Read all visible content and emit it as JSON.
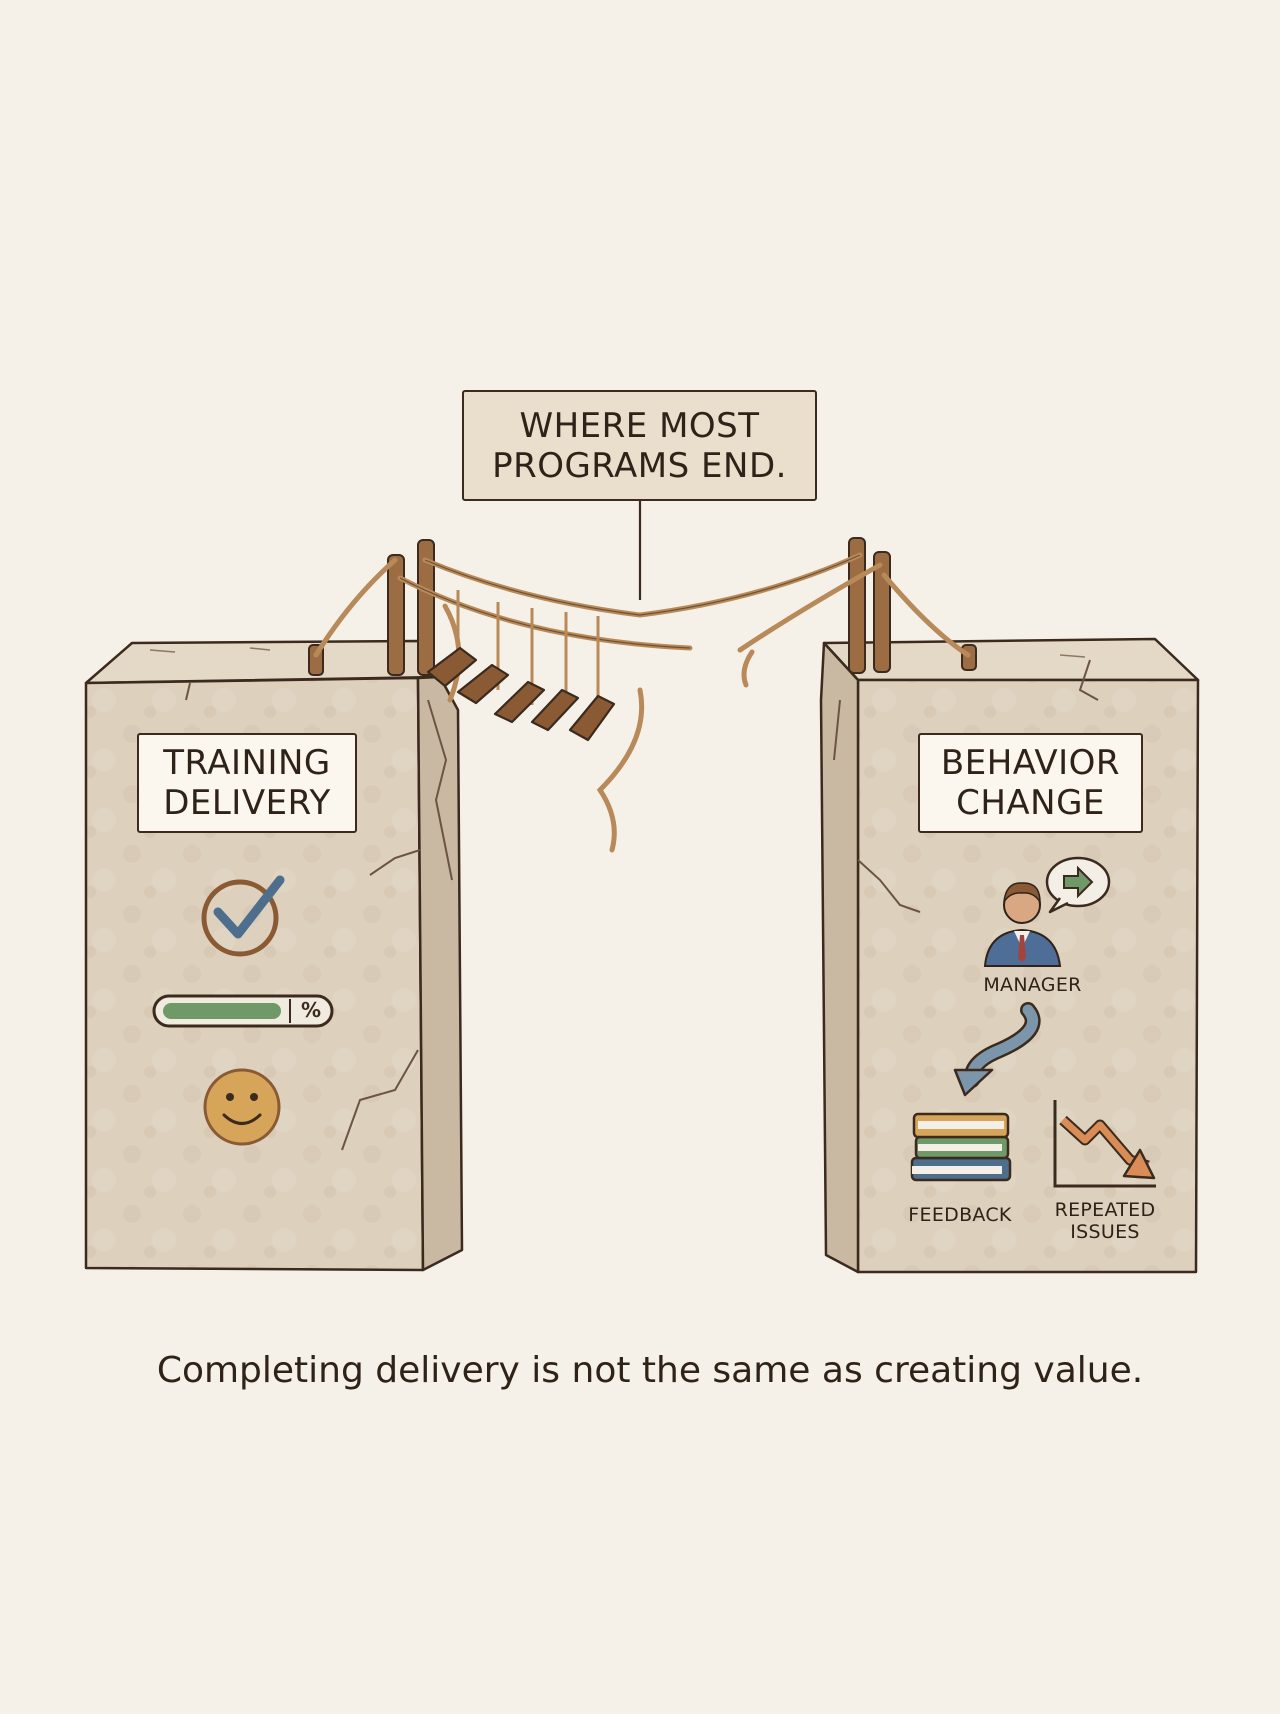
{
  "callout": {
    "line1": "WHERE MOST",
    "line2": "PROGRAMS END."
  },
  "left_cliff": {
    "title_line1": "TRAINING",
    "title_line2": "DELIVERY",
    "icons": [
      "checkmark-icon",
      "progress-bar-icon",
      "smiley-icon"
    ],
    "progress_symbol": "%",
    "progress_level": 0.78
  },
  "right_cliff": {
    "title_line1": "BEHAVIOR",
    "title_line2": "CHANGE",
    "manager_label": "MANAGER",
    "feedback_label": "FEEDBACK",
    "repeated_line1": "REPEATED",
    "repeated_line2": "ISSUES",
    "icons": [
      "manager-icon",
      "speech-bubble-arrow-icon",
      "curved-arrow-icon",
      "books-icon",
      "declining-chart-icon"
    ]
  },
  "caption": "Completing delivery is not the same as creating value.",
  "colors": {
    "background": "#f6f1e8",
    "stone": "#ddd0bd",
    "stone_dark": "#c9b9a2",
    "outline": "#3b2a1d",
    "rope": "#b88a5a",
    "wood": "#8a5a34",
    "check_blue": "#4e6e8e",
    "progress_green": "#6f9a68",
    "smiley_orange": "#d7a55a",
    "arrow_blue": "#7b95aa"
  }
}
